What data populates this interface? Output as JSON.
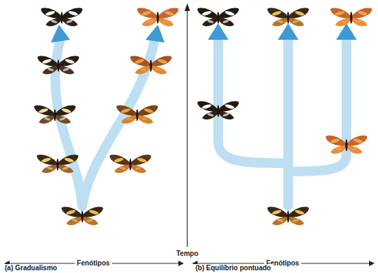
{
  "diagram": {
    "labels": [
      "Tempo",
      "Fenótipos",
      "Fenótipos",
      "(a) Gradualismo",
      "(b) Equilíbrio pontuado"
    ]
  }
}
